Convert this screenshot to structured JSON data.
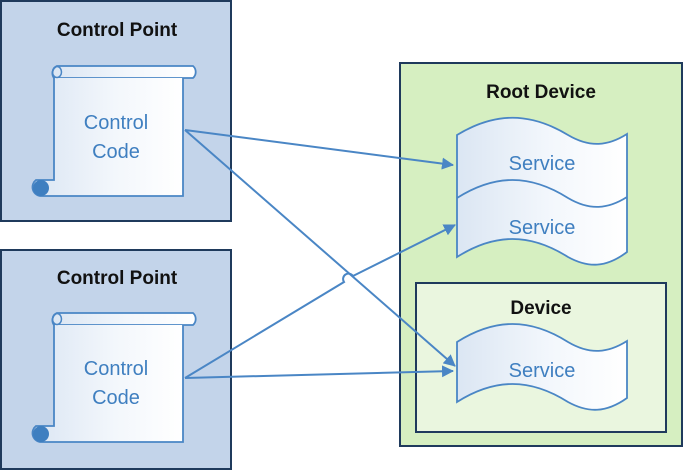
{
  "control_points": [
    {
      "title": "Control Point",
      "doc_lines": [
        "Control",
        "Code"
      ]
    },
    {
      "title": "Control Point",
      "doc_lines": [
        "Control",
        "Code"
      ]
    }
  ],
  "root_device": {
    "title": "Root Device",
    "services": [
      {
        "label": "Service"
      },
      {
        "label": "Service"
      }
    ],
    "device": {
      "title": "Device",
      "services": [
        {
          "label": "Service"
        }
      ]
    }
  },
  "colors": {
    "control_point_fill": "#c3d4ea",
    "root_device_fill": "#d6efc1",
    "device_fill": "#eaf6df",
    "border": "#1f3a5c",
    "arrow": "#4a86c5",
    "doc_text": "#3f7fc0"
  }
}
